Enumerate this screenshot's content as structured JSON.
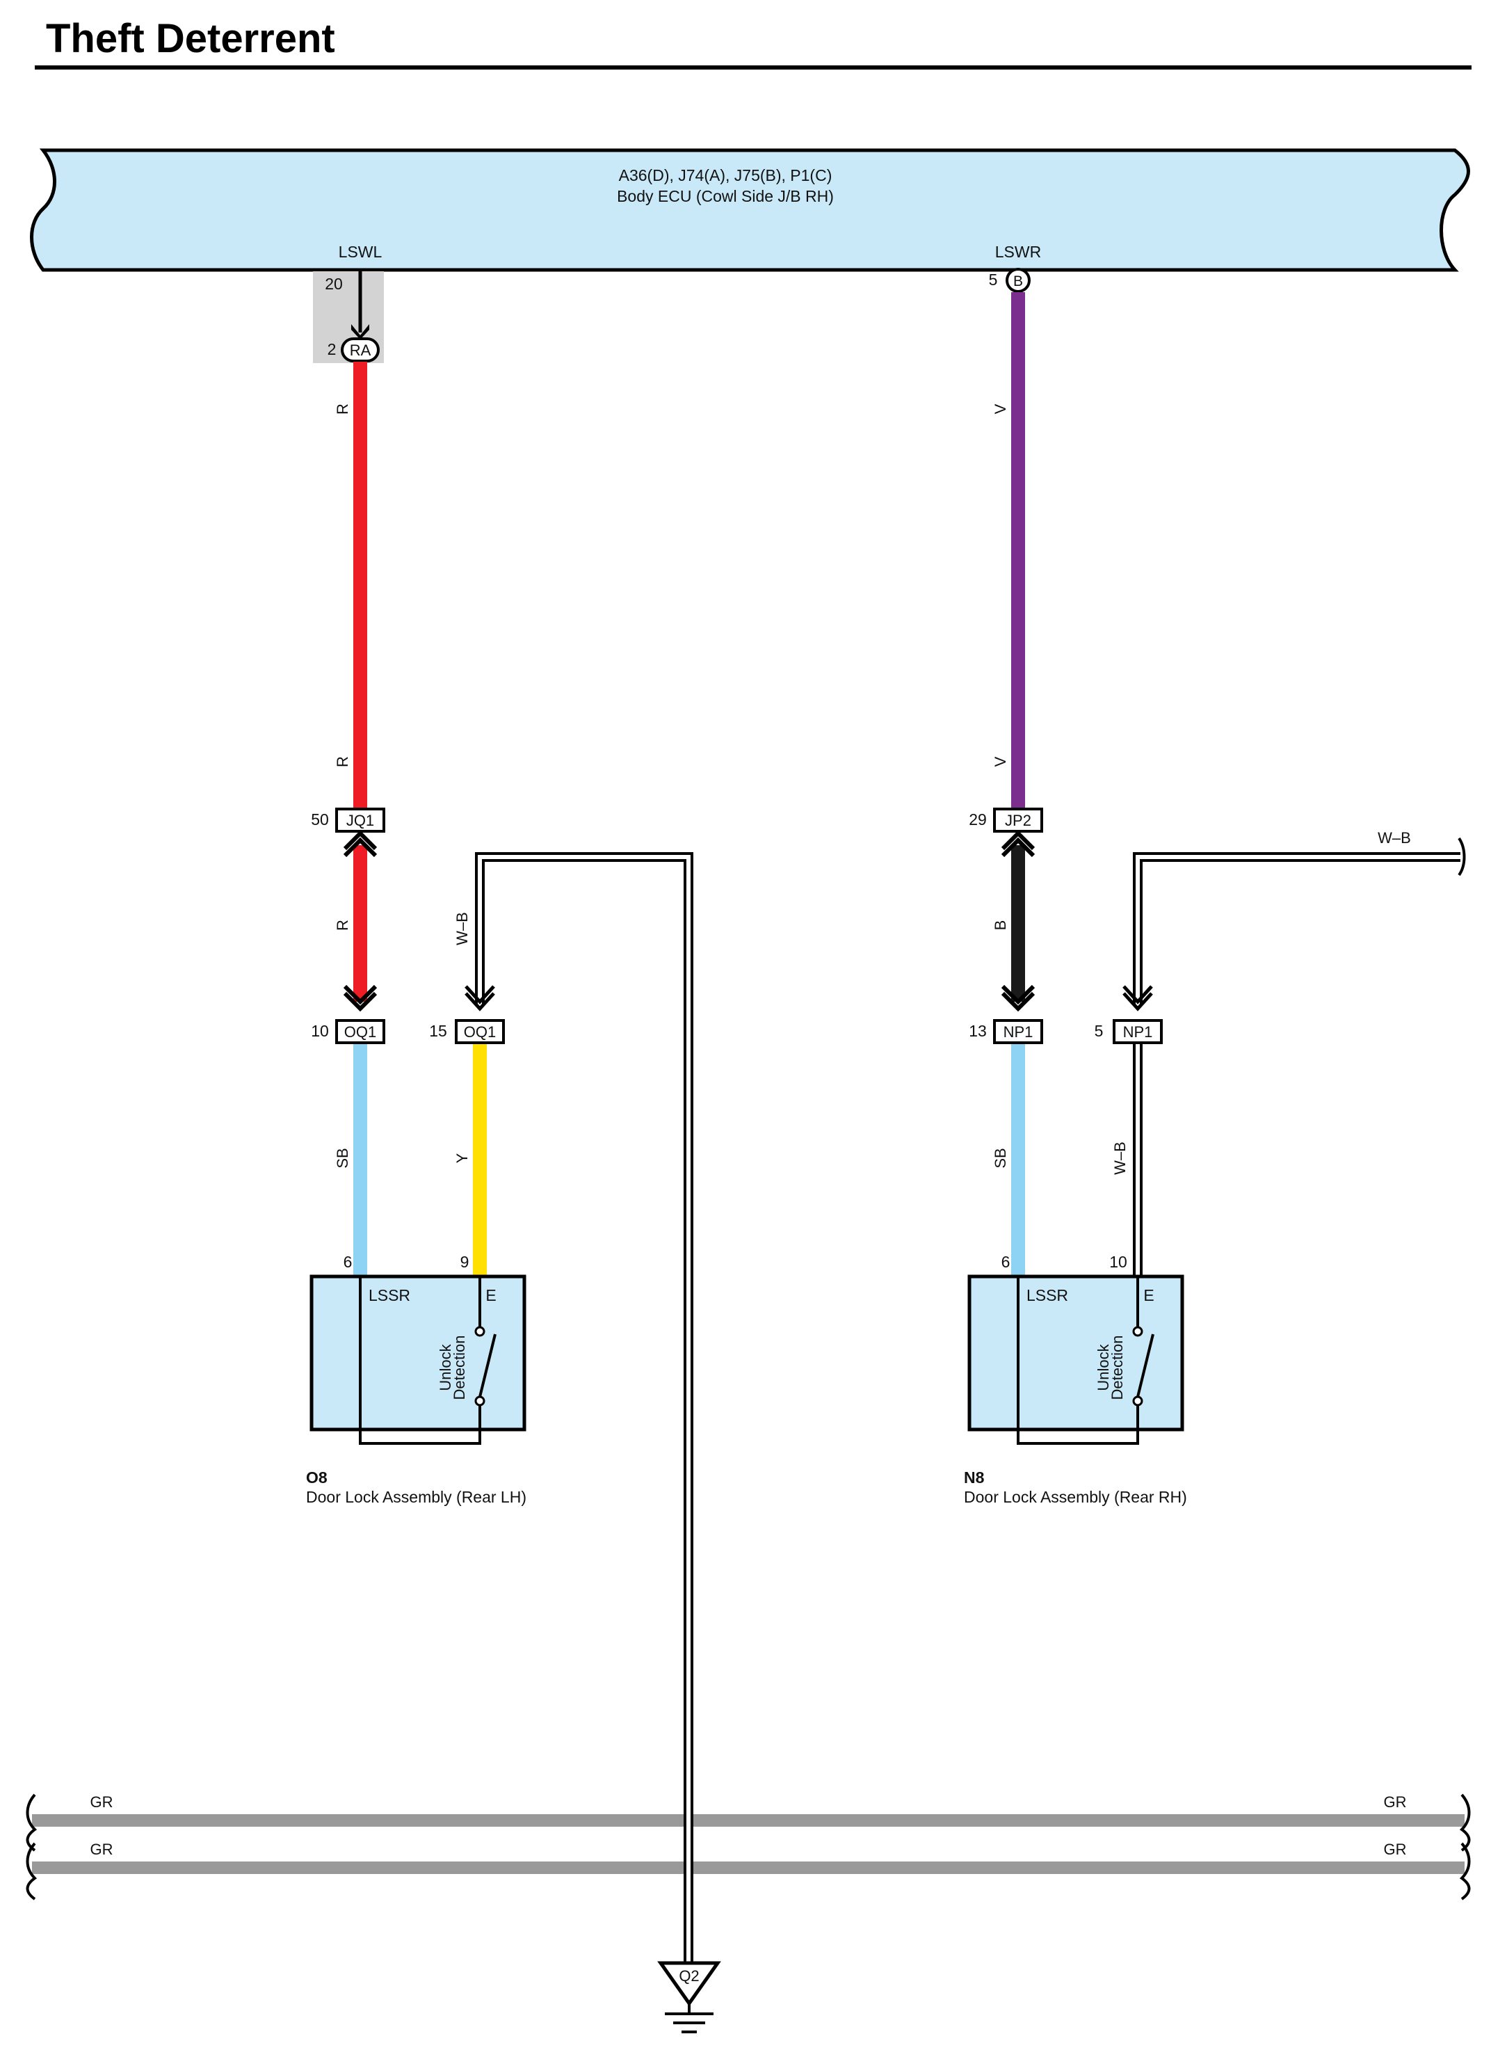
{
  "title": "Theft Deterrent",
  "colors": {
    "ecu_fill": "#c9e9f9",
    "wire_red": "#ee1c25",
    "wire_violet": "#7b2e8e",
    "wire_skyblue": "#8fd3f4",
    "wire_yellow": "#ffe000",
    "wire_black": "#1a1a1a",
    "wire_gray": "#999999",
    "shield_gray": "#d3d3d3"
  },
  "ecu": {
    "connectors": "A36(D), J74(A), J75(B), P1(C)",
    "name": "Body ECU (Cowl Side J/B RH)",
    "pin_left_label": "LSWL",
    "pin_right_label": "LSWR",
    "pin_left_number": "20",
    "pin_right_number": "5",
    "pin_right_connector": "B"
  },
  "junction_ra": {
    "pin": "2",
    "connector": "RA"
  },
  "connectors": {
    "jq1": {
      "pin": "50",
      "name": "JQ1"
    },
    "jp2": {
      "pin": "29",
      "name": "JP2"
    },
    "oq1_a": {
      "pin": "10",
      "name": "OQ1"
    },
    "oq1_b": {
      "pin": "15",
      "name": "OQ1"
    },
    "np1_a": {
      "pin": "13",
      "name": "NP1"
    },
    "np1_b": {
      "pin": "5",
      "name": "NP1"
    }
  },
  "wire_labels": {
    "r_top": "R",
    "r_mid": "R",
    "r_low": "R",
    "v_top": "V",
    "v_mid": "V",
    "b": "B",
    "wb_left": "W–B",
    "wb_right_top": "W–B",
    "wb_right": "W–B",
    "sb_left": "SB",
    "y": "Y",
    "sb_right": "SB",
    "gr_1_left": "GR",
    "gr_1_right": "GR",
    "gr_2_left": "GR",
    "gr_2_right": "GR"
  },
  "components": {
    "left": {
      "code": "O8",
      "name": "Door Lock Assembly (Rear LH)",
      "pin1": "6",
      "pin2": "9",
      "term1": "LSSR",
      "term2": "E",
      "switch_line1": "Unlock",
      "switch_line2": "Detection"
    },
    "right": {
      "code": "N8",
      "name": "Door Lock Assembly (Rear RH)",
      "pin1": "6",
      "pin2": "10",
      "term1": "LSSR",
      "term2": "E",
      "switch_line1": "Unlock",
      "switch_line2": "Detection"
    }
  },
  "ground": {
    "name": "Q2"
  }
}
